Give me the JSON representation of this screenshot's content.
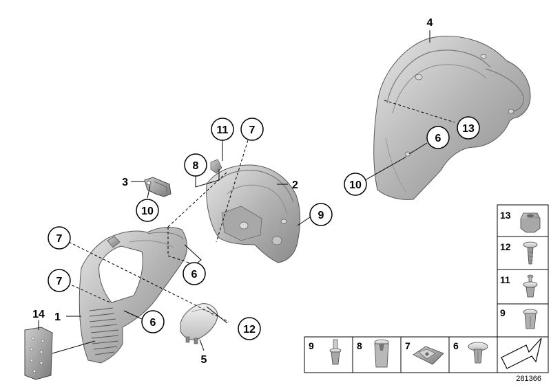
{
  "diagram": {
    "reference_number": "281366",
    "parts": [
      {
        "number": "1"
      },
      {
        "number": "2"
      },
      {
        "number": "3"
      },
      {
        "number": "4"
      },
      {
        "number": "5"
      },
      {
        "number": "14"
      }
    ],
    "callouts": [
      {
        "number": "11"
      },
      {
        "number": "7"
      },
      {
        "number": "8"
      },
      {
        "number": "10"
      },
      {
        "number": "9"
      },
      {
        "number": "7"
      },
      {
        "number": "6"
      },
      {
        "number": "7"
      },
      {
        "number": "6"
      },
      {
        "number": "12"
      },
      {
        "number": "13"
      },
      {
        "number": "6"
      },
      {
        "number": "10"
      }
    ],
    "legend_right": [
      {
        "number": "13",
        "icon": "nut-icon"
      },
      {
        "number": "12",
        "icon": "screw-icon"
      },
      {
        "number": "11",
        "icon": "expanding-rivet-icon"
      },
      {
        "number": "9",
        "icon": "sleeve-nut-icon"
      }
    ],
    "legend_bottom": [
      {
        "number": "9",
        "icon": "rivet-pin-icon"
      },
      {
        "number": "8",
        "icon": "clip-nut-icon"
      },
      {
        "number": "7",
        "icon": "spring-nut-icon"
      },
      {
        "number": "6",
        "icon": "expanding-clip-icon"
      },
      {
        "number": "",
        "icon": "direction-arrow-icon"
      }
    ]
  }
}
